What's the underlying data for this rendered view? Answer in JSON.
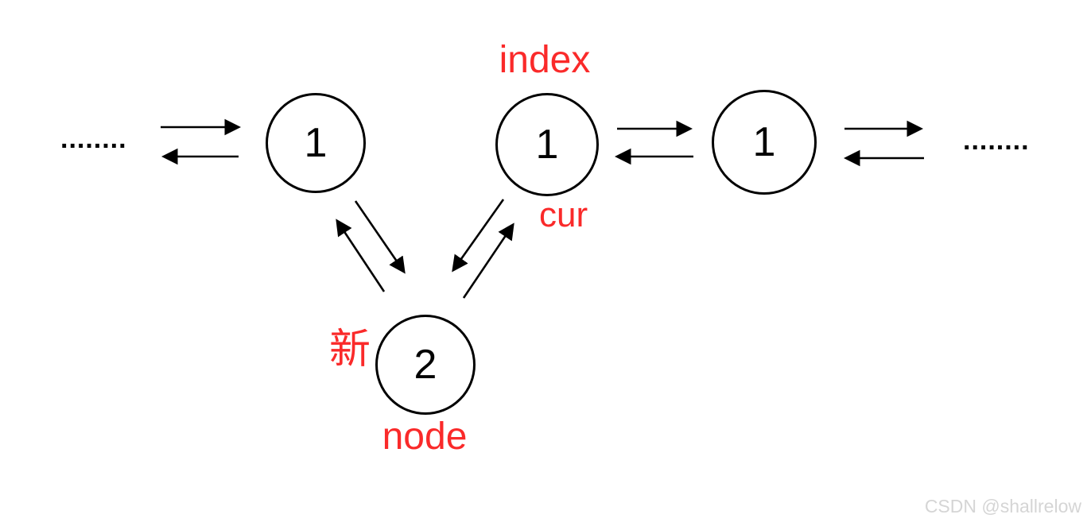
{
  "diagram": {
    "type": "doubly-linked-list-insertion",
    "ellipsis_left": "........",
    "ellipsis_right": "........",
    "nodes": {
      "left": {
        "value": "1"
      },
      "index": {
        "value": "1"
      },
      "right": {
        "value": "1"
      },
      "new": {
        "value": "2"
      }
    },
    "labels": {
      "index": "index",
      "cur": "cur",
      "new_zh": "新",
      "node": "node"
    },
    "colors": {
      "label_red": "#fa2a2a",
      "stroke": "#000000",
      "watermark_gray": "#d5d5d5"
    }
  },
  "watermark": "CSDN @shallrelow"
}
